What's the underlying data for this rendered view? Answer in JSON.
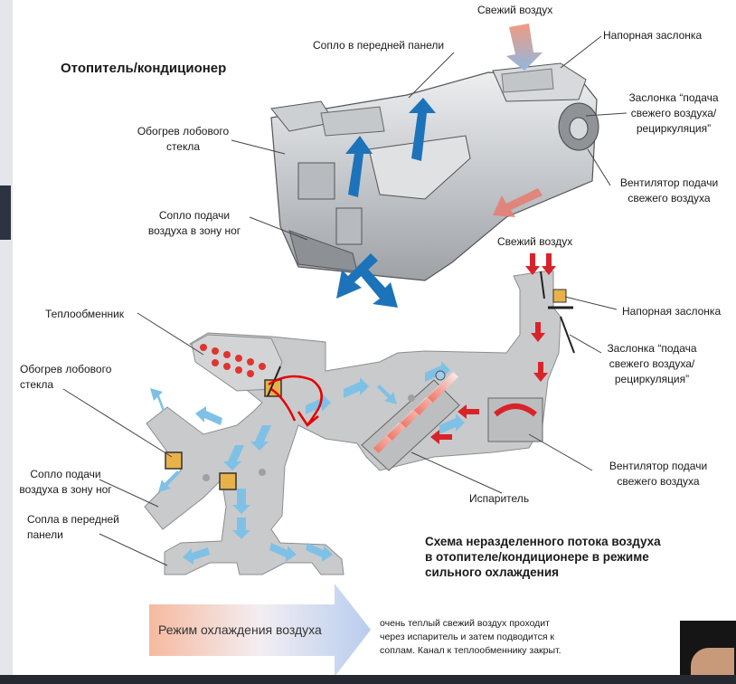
{
  "title": "Отопитель/кондиционер",
  "top_labels": {
    "fresh_air": "Свежий воздух",
    "front_nozzle": "Сопло в передней панели",
    "pressure_flap": "Напорная заслонка",
    "windshield_line1": "Обогрев лобового",
    "windshield_line2": "стекла",
    "recirc_line1": "Заслонка “подача",
    "recirc_line2": "свежего воздуха/",
    "recirc_line3": "рециркуляция”",
    "fan_line1": "Вентилятор подачи",
    "fan_line2": "свежего воздуха",
    "foot_line1": "Сопло подачи",
    "foot_line2": "воздуха в зону ног"
  },
  "schema_labels": {
    "fresh_air": "Свежий воздух",
    "heat_exchanger": "Теплообменник",
    "pressure_flap": "Напорная заслонка",
    "windshield_line1": "Обогрев лобового",
    "windshield_line2": "стекла",
    "recirc_line1": "Заслонка “подача",
    "recirc_line2": "свежего воздуха/",
    "recirc_line3": "рециркуляция”",
    "foot_line1": "Сопло подачи",
    "foot_line2": "воздуха в зону ног",
    "fan_line1": "Вентилятор подачи",
    "fan_line2": "свежего воздуха",
    "front_line1": "Сопла в передней",
    "front_line2": "панели",
    "evaporator": "Испаритель"
  },
  "caption_line1": "Схема неразделенного потока воздуха",
  "caption_line2": "в отопителе/кондиционере в режиме",
  "caption_line3": "сильного охлаждения",
  "mode_banner": "Режим охлаждения воздуха",
  "note_line1": "очень теплый свежий воздух проходит",
  "note_line2": "через испаритель и затем подводится к",
  "note_line3": "соплам. Канал к теплообменнику закрыт.",
  "colors": {
    "duct": "#c9cacc",
    "warm_arrow": "#d9232a",
    "cool_arrow": "#7fc1e6",
    "flap_fill": "#e8b24a",
    "heater_red": "#e1332f",
    "annotation_red": "#e60000",
    "unit_blue": "#1d73b9"
  }
}
